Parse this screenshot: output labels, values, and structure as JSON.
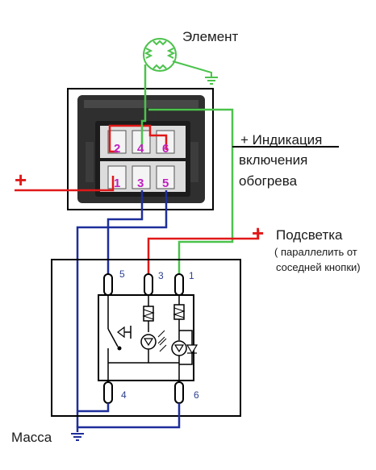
{
  "labels": {
    "element": "Элемент",
    "indication_line1": "+ Индикация",
    "indication_line2": "включения",
    "indication_line3": "обогрева",
    "backlight": "Подсветка",
    "backlight_note1": "( параллелить от",
    "backlight_note2": "соседней кнопки)",
    "ground": "Масса",
    "plus": "+"
  },
  "connector_pins": {
    "top": [
      "2",
      "4",
      "6"
    ],
    "bottom": [
      "1",
      "3",
      "5"
    ]
  },
  "switch_pins": {
    "p5": "5",
    "p3": "3",
    "p1": "1",
    "p4": "4",
    "p6": "6"
  },
  "colors": {
    "wire_red": "#e01818",
    "wire_green": "#4cc24c",
    "wire_blue": "#1e2e9a",
    "pin_label": "#c020c0",
    "switch_label": "#2d3f8f"
  }
}
